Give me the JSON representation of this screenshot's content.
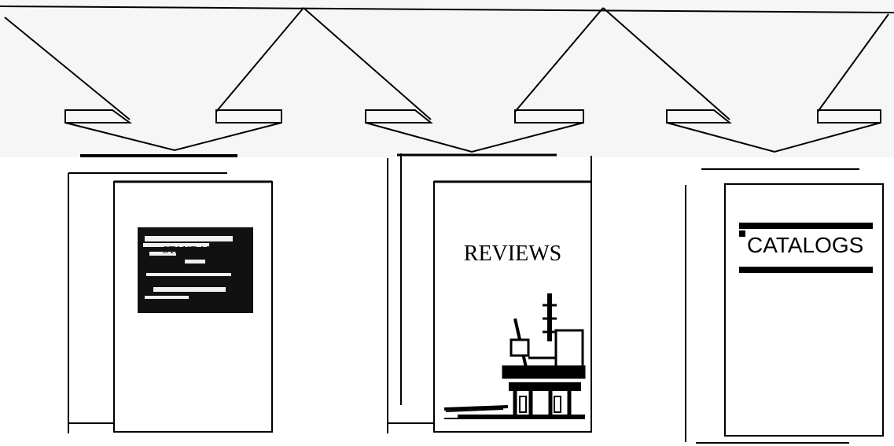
{
  "labels": {
    "reviews": "REVIEWS",
    "catalogs": "CATALOGS"
  },
  "standards_graphic_text": "STANDARDS",
  "colors": {
    "line": "#000000",
    "background": "#ffffff",
    "top_band": "#f6f6f6"
  },
  "icons": {
    "standards_cover": "standards-cover-image",
    "reviews_cover": "offshore-oil-platform-icon",
    "catalogs_mark": "catalogs-marker"
  }
}
